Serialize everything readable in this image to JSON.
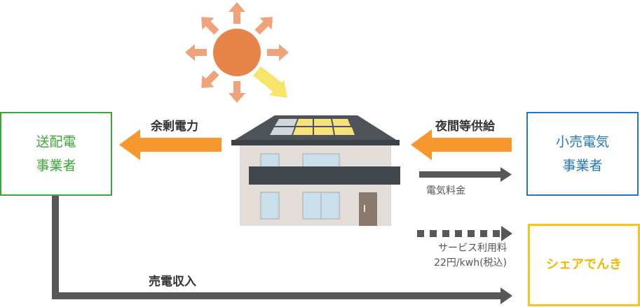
{
  "nodes": {
    "grid_operator": {
      "line1": "送配電",
      "line2": "事業者"
    },
    "retailer": {
      "line1": "小売電気",
      "line2": "事業者"
    },
    "share_denki": {
      "label": "シェアでんき"
    }
  },
  "flows": {
    "surplus_power": "余剰電力",
    "night_supply": "夜間等供給",
    "electricity_fee": "電気料金",
    "service_fee_line1": "サービス利用料",
    "service_fee_line2": "22円/kwh(税込)",
    "sales_income": "売電収入"
  },
  "colors": {
    "orange_arrow": "#f7982f",
    "gray_arrow": "#575757",
    "sun": "#e8834a",
    "sun_rays": "#f0a27a",
    "sunbeam": "#f7e46b",
    "grid_operator": "#3aa637",
    "retailer": "#2275c3",
    "share_denki": "#f5c518"
  }
}
